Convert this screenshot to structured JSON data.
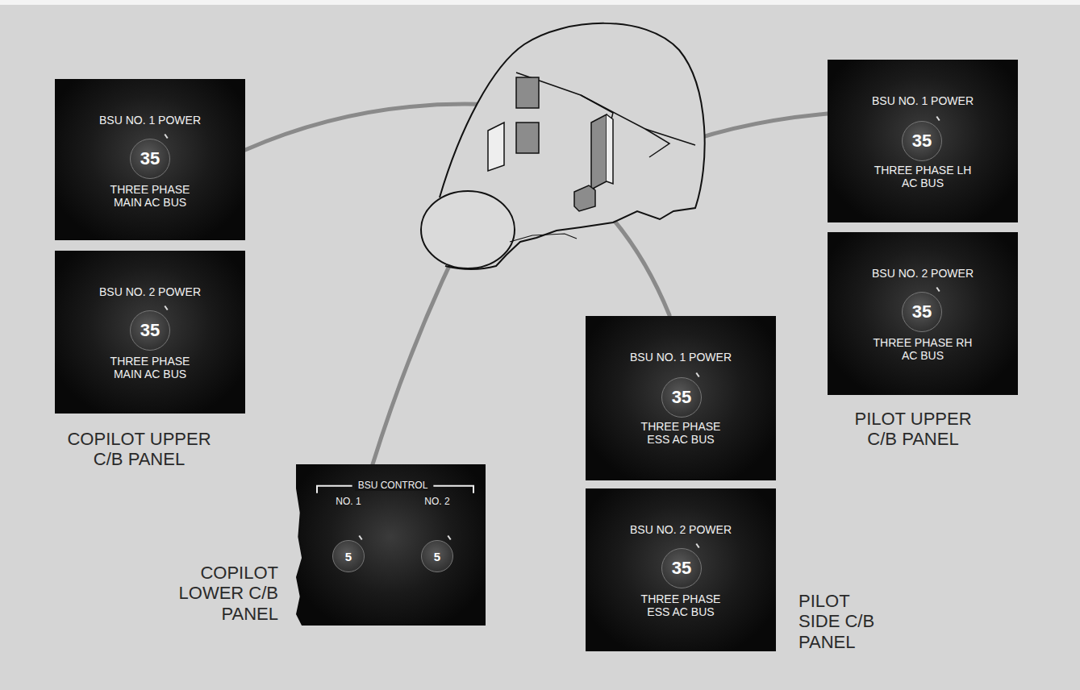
{
  "diagram": {
    "nodes": [
      {
        "text": [
          "BSU NO. 1 POWER",
          "THREE PHASE MAIN AC BUS"
        ]
      },
      {
        "text": [
          "35"
        ],
        "in": 0
      },
      {
        "text": [
          "BSU NO. 2 POWER",
          "THREE PHASE MAIN AC BUS"
        ]
      },
      {
        "text": [
          "35"
        ],
        "in": 2
      },
      {
        "text": [
          "BSU NO. 1 POWER",
          "THREE PHASE LH AC BUS"
        ]
      },
      {
        "text": [
          "35"
        ],
        "in": 4
      },
      {
        "text": [
          "BSU NO. 2 POWER",
          "THREE PHASE RH AC BUS"
        ]
      },
      {
        "text": [
          "35"
        ],
        "in": 6
      },
      {
        "text": [
          "BSU NO. 1 POWER",
          "THREE PHASE ESS AC BUS"
        ]
      },
      {
        "text": [
          "35"
        ],
        "in": 8
      },
      {
        "text": [
          "BSU NO. 2 POWER",
          "THREE PHASE ESS AC BUS"
        ]
      },
      {
        "text": [
          "35"
        ],
        "in": 10
      },
      {
        "text": [
          "BSU CONTROL",
          "NO. 1",
          "NO. 2"
        ]
      },
      {
        "text": [
          "5"
        ],
        "in": 12
      },
      {
        "text": [
          "5"
        ],
        "in": 12
      }
    ],
    "labels": [
      "COPILOT UPPER C/B PANEL",
      "PILOT UPPER C/B PANEL",
      "COPILOT LOWER C/B PANEL",
      "PILOT SIDE C/B PANEL"
    ]
  }
}
